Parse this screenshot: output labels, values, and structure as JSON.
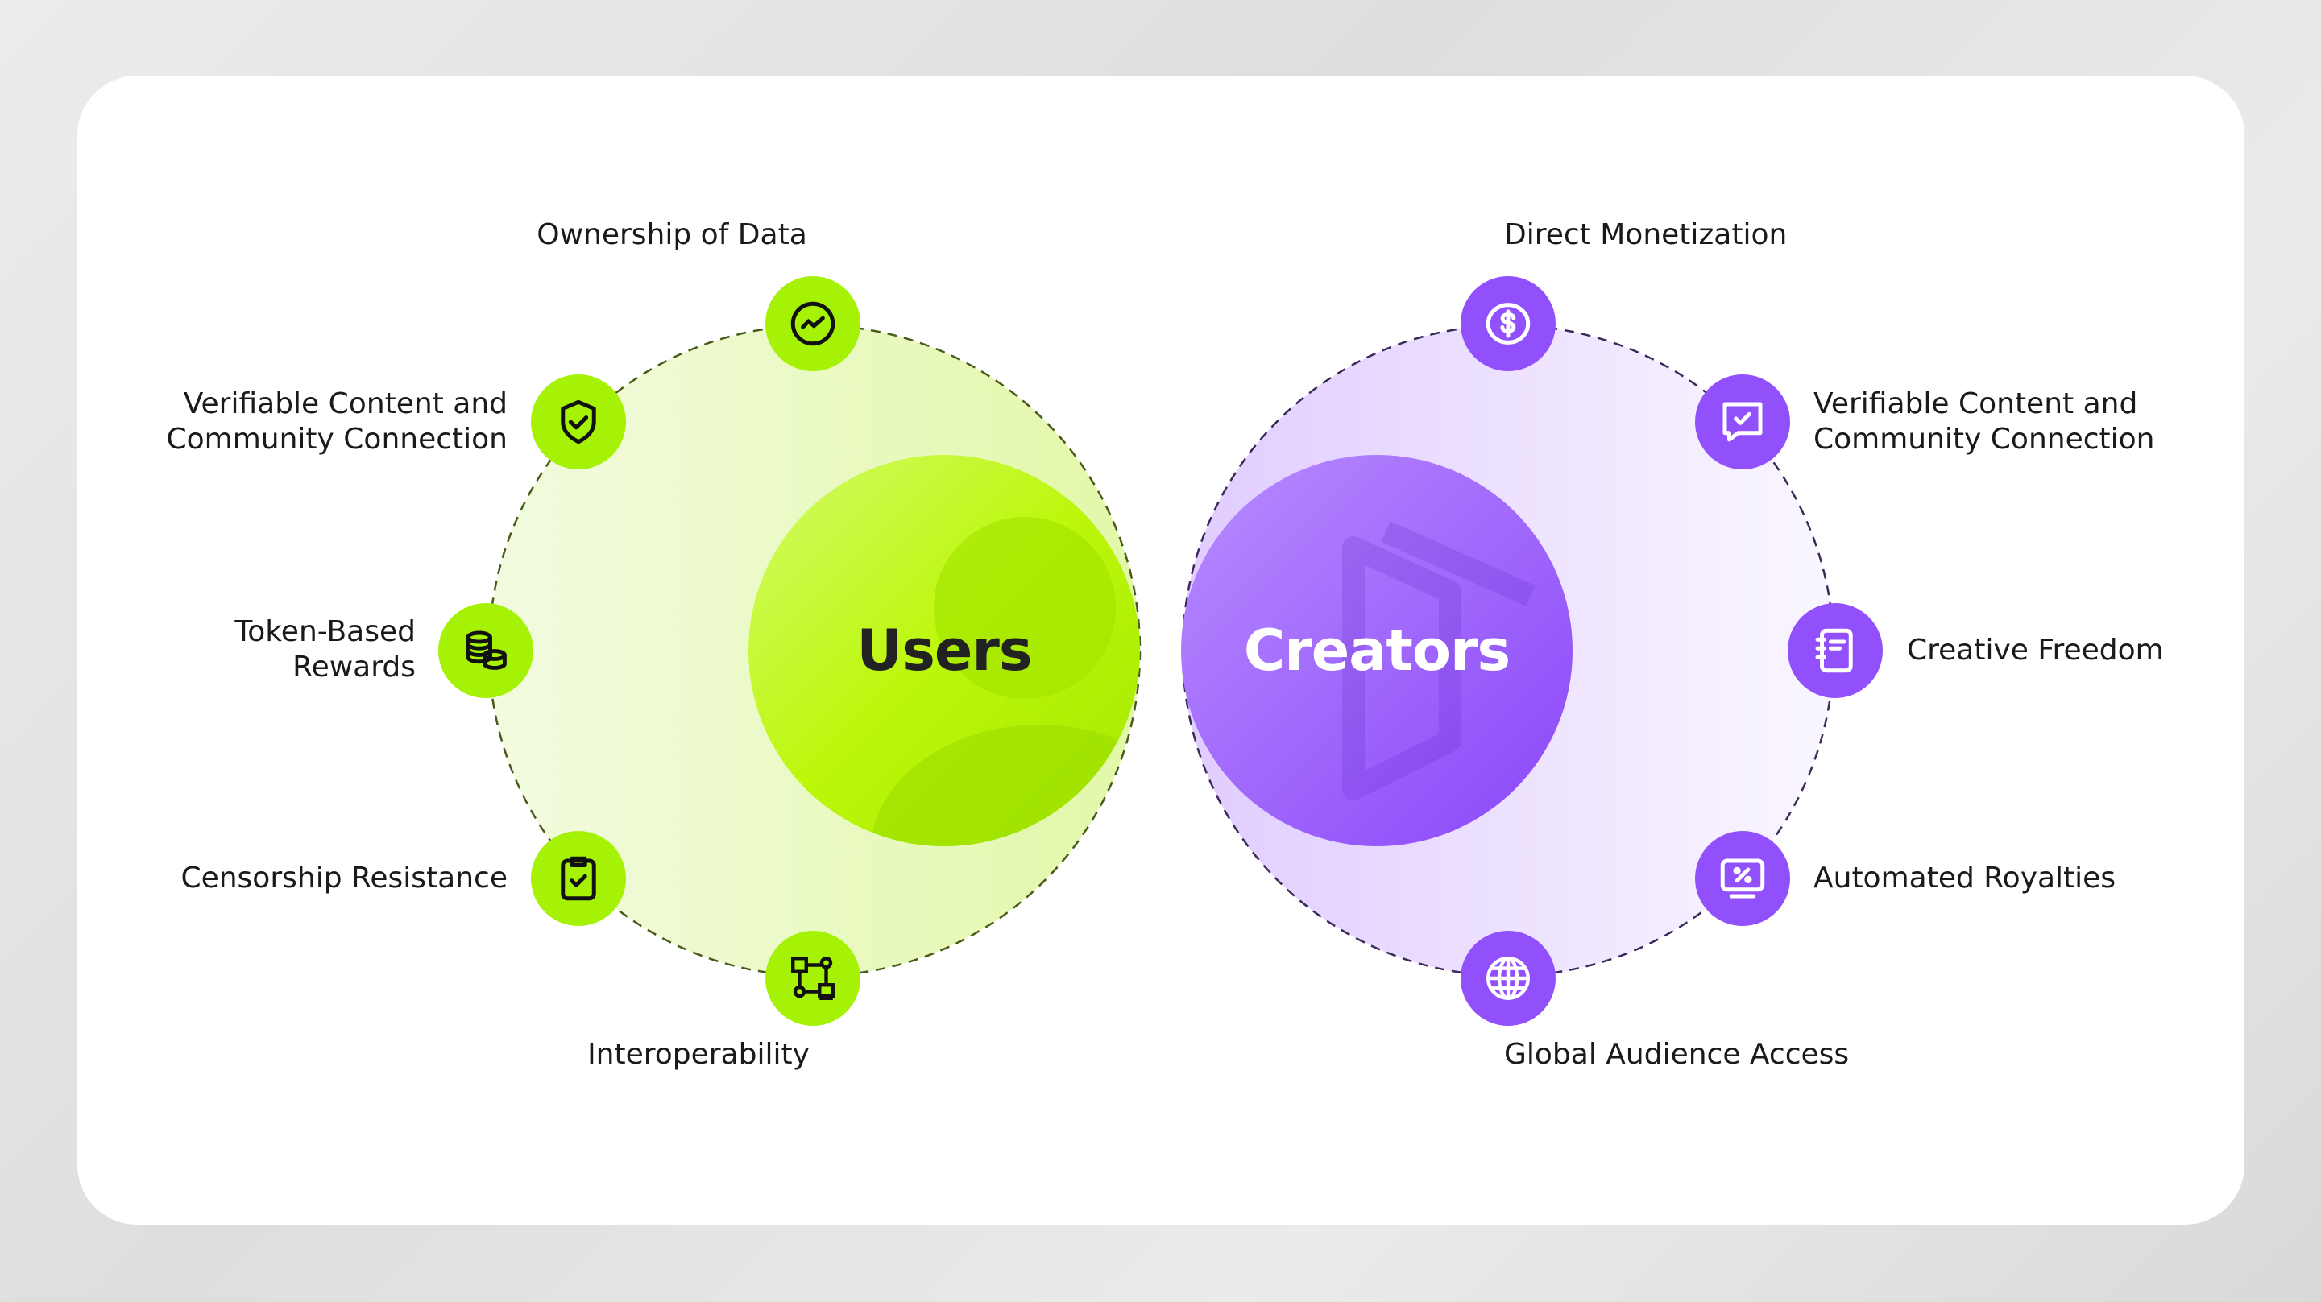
{
  "users": {
    "title": "Users",
    "color": "#a6f206",
    "items": [
      {
        "label": "Ownership of Data",
        "icon": "chart-trend-icon"
      },
      {
        "label_line1": "Verifiable Content and",
        "label_line2": "Community Connection",
        "icon": "shield-check-icon"
      },
      {
        "label_line1": "Token-Based",
        "label_line2": "Rewards",
        "icon": "coins-stack-icon"
      },
      {
        "label": "Censorship Resistance",
        "icon": "clipboard-check-icon"
      },
      {
        "label": "Interoperability",
        "icon": "network-nodes-icon"
      }
    ]
  },
  "creators": {
    "title": "Creators",
    "color": "#9150fb",
    "items": [
      {
        "label": "Direct Monetization",
        "icon": "dollar-coin-icon"
      },
      {
        "label_line1": "Verifiable Content and",
        "label_line2": "Community Connection",
        "icon": "message-check-icon"
      },
      {
        "label": "Creative Freedom",
        "icon": "notebook-icon"
      },
      {
        "label": "Automated Royalties",
        "icon": "percent-screen-icon"
      },
      {
        "label": "Global Audience Access",
        "icon": "globe-icon"
      }
    ]
  }
}
